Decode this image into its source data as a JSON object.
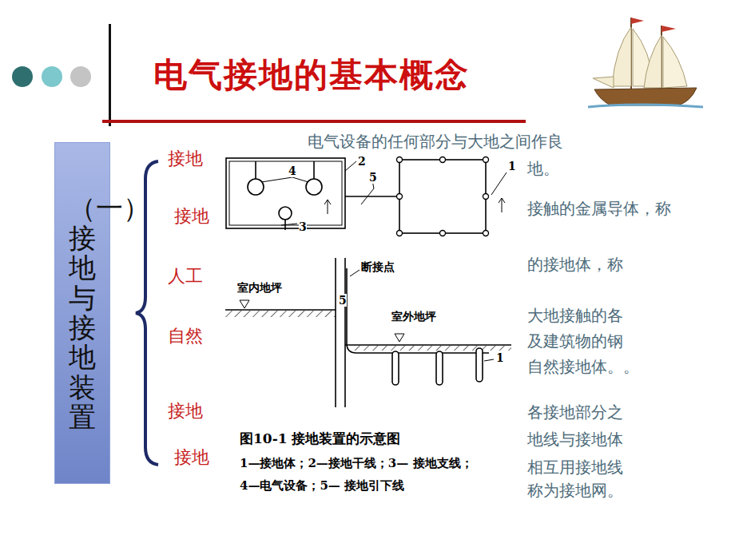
{
  "diagram": {
    "title": "电气接地的基本概念",
    "caption": "图10-1 接地装置的示意图",
    "nodes": [
      {
        "text": [
          "（一）接地与接地装置"
        ]
      }
    ],
    "labels": [
      "接地",
      "接地",
      "人工",
      "自然",
      "接地",
      "接地",
      "电气设备的任何部分与大地之间作良",
      "地。",
      "接触的金属导体，称",
      "的接地体，称",
      "大地接触的各",
      "及建筑物的钢",
      "自然接地体。。",
      "各接地部分之",
      "地线与接地体",
      "相互用接地线",
      "称为接地网。",
      "4",
      "2",
      "5",
      "1",
      "3",
      "断接点",
      "室内地坪",
      "5",
      "室外地坪",
      "1",
      "1—接地体；2—接地干线；3— 接地支线；4—电气设备；5— 接地引下线"
    ]
  }
}
